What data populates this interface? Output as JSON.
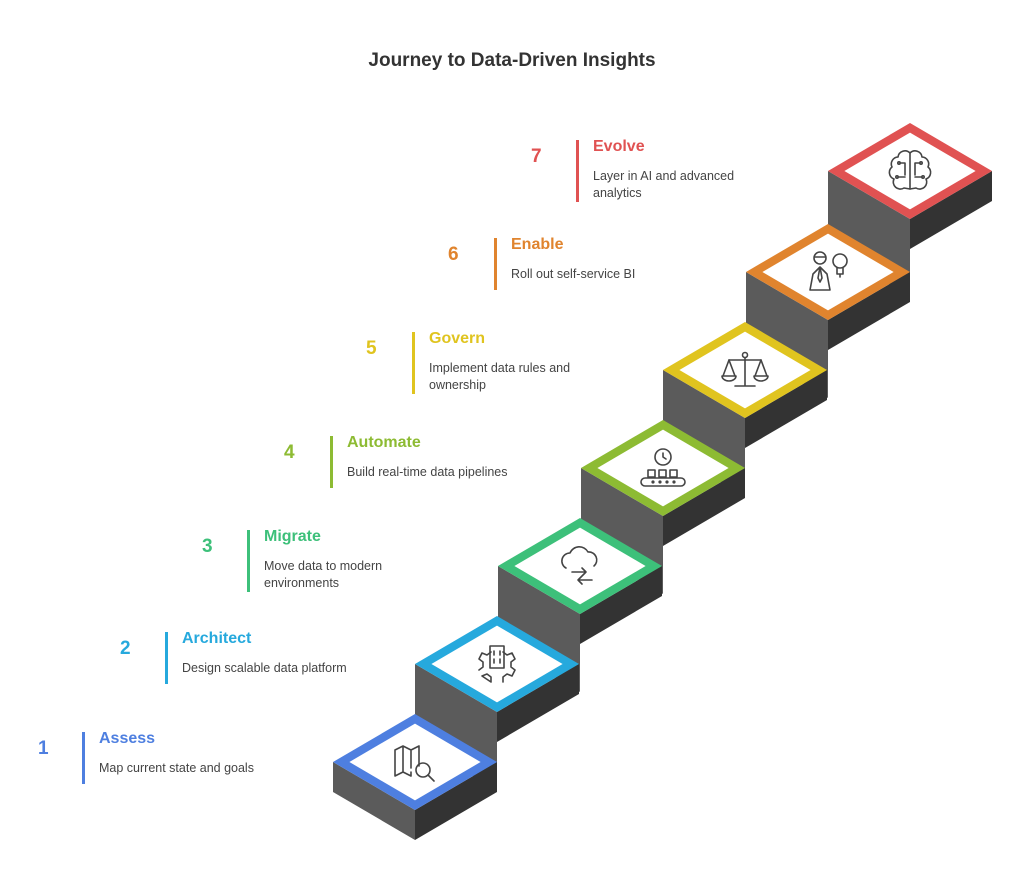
{
  "title": "Journey to Data-Driven Insights",
  "steps": [
    {
      "number": "1",
      "title": "Assess",
      "description": "Map current state and goals",
      "color": "#4E7FE0",
      "icon": "map-search-icon"
    },
    {
      "number": "2",
      "title": "Architect",
      "description": "Design scalable data platform",
      "color": "#26A9DD",
      "icon": "gear-building-icon"
    },
    {
      "number": "3",
      "title": "Migrate",
      "description": "Move data to modern environments",
      "color": "#3DC07A",
      "icon": "cloud-transfer-icon"
    },
    {
      "number": "4",
      "title": "Automate",
      "description": "Build real-time data pipelines",
      "color": "#8DBB33",
      "icon": "clock-conveyor-icon"
    },
    {
      "number": "5",
      "title": "Govern",
      "description": "Implement data rules and ownership",
      "color": "#E0C41F",
      "icon": "balance-scale-icon"
    },
    {
      "number": "6",
      "title": "Enable",
      "description": "Roll out self-service BI",
      "color": "#E0842E",
      "icon": "user-idea-icon"
    },
    {
      "number": "7",
      "title": "Evolve",
      "description": "Layer in AI and advanced analytics",
      "color": "#E05252",
      "icon": "brain-circuit-icon"
    }
  ]
}
